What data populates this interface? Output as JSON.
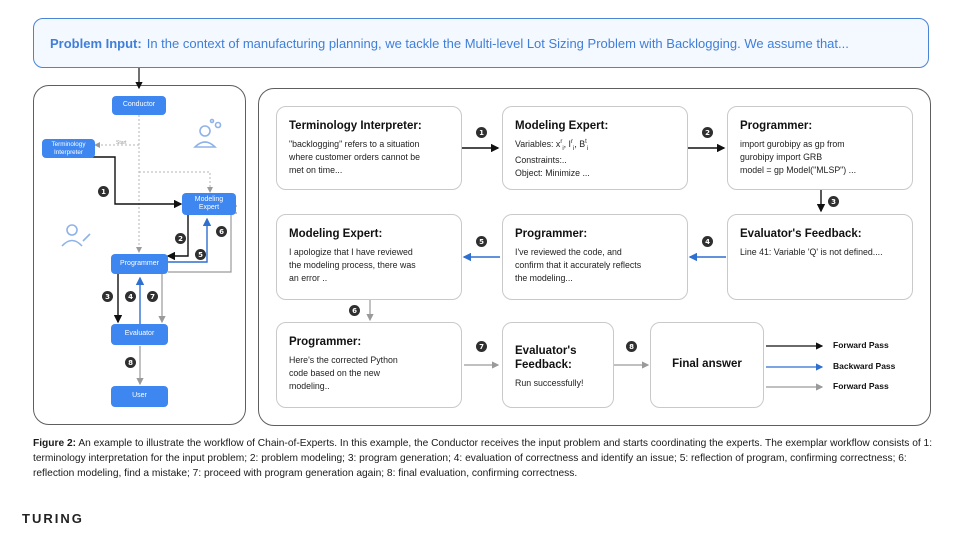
{
  "banner": {
    "label": "Problem Input:",
    "text": "In the context of manufacturing planning, we tackle the Multi-level Lot Sizing Problem with Backlogging. We assume that..."
  },
  "left_diagram": {
    "conductor": "Conductor",
    "terminology_interpreter": "Terminology Interpreter",
    "modeling_expert": "Modeling Expert",
    "programmer": "Programmer",
    "evaluator": "Evaluator",
    "user": "User",
    "small_label": "Start",
    "steps": [
      "1",
      "2",
      "3",
      "4",
      "5",
      "6",
      "7",
      "8"
    ]
  },
  "cards": {
    "terminology": {
      "title": "Terminology Interpreter:",
      "lines": [
        "\"backlogging\" refers to a situation",
        "where customer orders cannot be",
        "met on time..."
      ]
    },
    "modeling1": {
      "title": "Modeling Expert:",
      "line1_prefix": "Variables: x",
      "constraints": "Constraints:..",
      "objective": "Object: Minimize ..."
    },
    "programmer1": {
      "title": "Programmer:",
      "lines": [
        "import gurobipy as gp from",
        "gurobipy import GRB",
        "model = gp Model(\"MLSP\") ..."
      ]
    },
    "evaluator1": {
      "title": "Evaluator's Feedback:",
      "lines": [
        "Line 41: Variable 'Q' is not defined...."
      ]
    },
    "programmer2": {
      "title": "Programmer:",
      "lines": [
        "I've reviewed the code, and",
        "confirm that it accurately reflects",
        "the modeling..."
      ]
    },
    "modeling2": {
      "title": "Modeling Expert:",
      "lines": [
        "I apologize that I have reviewed",
        "the modeling process, there was",
        "an error .."
      ]
    },
    "programmer3": {
      "title": "Programmer:",
      "lines": [
        "Here's the corrected Python",
        "code based on the new",
        "modeling.."
      ]
    },
    "evaluator2": {
      "title": "Evaluator's Feedback:",
      "lines": [
        "Run successfully!"
      ]
    },
    "final": {
      "title": "Final answer"
    }
  },
  "right_steps": [
    "1",
    "2",
    "3",
    "4",
    "5",
    "6",
    "7",
    "8"
  ],
  "legend": [
    {
      "label": "Forward Pass",
      "color": "#111111"
    },
    {
      "label": "Backward Pass",
      "color": "#2f6fd0"
    },
    {
      "label": "Forward Pass",
      "color": "#9a9a9a"
    }
  ],
  "caption": {
    "bold": "Figure 2:",
    "text": "An example to illustrate the workflow of Chain-of-Experts. In this example, the Conductor receives the input problem and starts coordinating the experts. The exemplar workflow consists of 1: terminology interpretation for the input problem; 2: problem modeling; 3: program generation; 4: evaluation of correctness and identify an issue; 5: reflection of program, confirming correctness; 6: reflection modeling, find a mistake; 7: proceed with program generation again; 8: final evaluation, confirming correctness."
  },
  "logo": "TURING",
  "colors": {
    "accent_blue": "#3e86f0",
    "backward_blue": "#2f6fd0",
    "forward_black": "#111111",
    "forward_gray": "#9a9a9a"
  }
}
